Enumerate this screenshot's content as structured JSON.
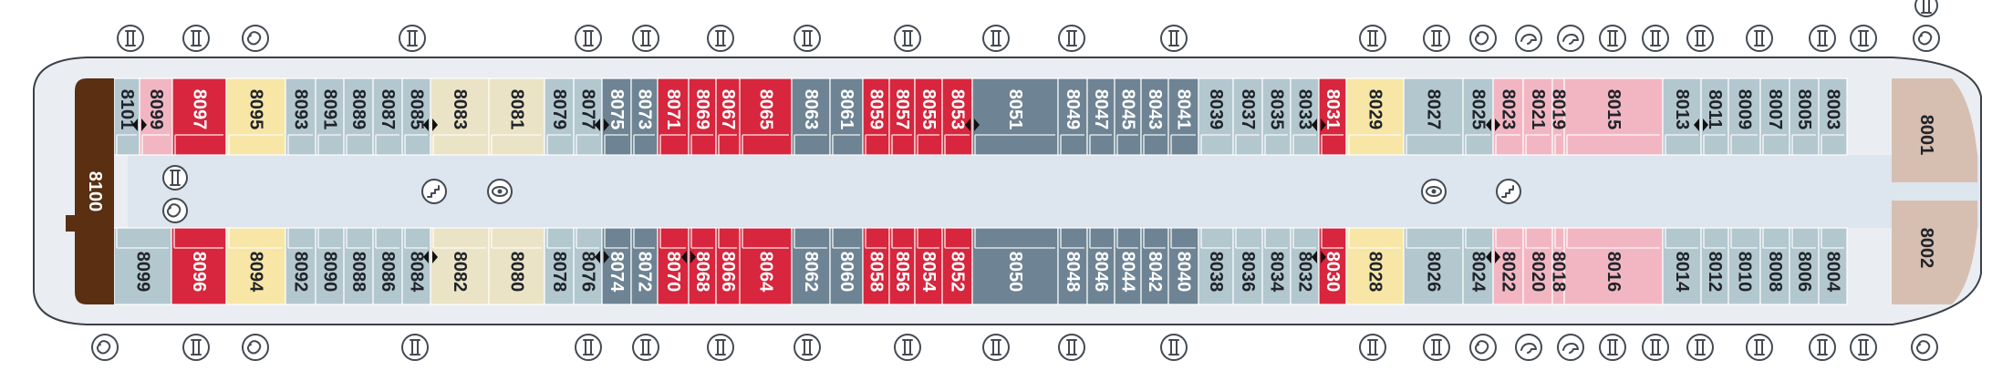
{
  "colors": {
    "hull_fill": "#eaeef3",
    "hull_stroke": "#3b4048",
    "corridor": "#dde5ee",
    "red": "#d7263d",
    "pink": "#f2b6c2",
    "yellow": "#f8e6a7",
    "cream": "#ebe3c5",
    "slate": "#6e8494",
    "lightslate": "#b3c7cf",
    "brown": "#5a2f12",
    "tan": "#d6bfb1"
  },
  "stern_cabin": {
    "number": "8100",
    "color": "brown"
  },
  "bow_cabins": [
    {
      "number": "8001",
      "color": "tan"
    },
    {
      "number": "8002",
      "color": "tan"
    }
  ],
  "cabins_top": [
    {
      "number": "8101",
      "color": "lightslate"
    },
    {
      "number": "8099",
      "color": "pink"
    },
    {
      "number": "8097",
      "color": "red"
    },
    {
      "number": "8095",
      "color": "yellow"
    },
    {
      "number": "8093",
      "color": "lightslate"
    },
    {
      "number": "8091",
      "color": "lightslate"
    },
    {
      "number": "8089",
      "color": "lightslate"
    },
    {
      "number": "8087",
      "color": "lightslate"
    },
    {
      "number": "8085",
      "color": "lightslate"
    },
    {
      "number": "8083",
      "color": "cream"
    },
    {
      "number": "8081",
      "color": "cream"
    },
    {
      "number": "8079",
      "color": "lightslate"
    },
    {
      "number": "8077",
      "color": "lightslate"
    },
    {
      "number": "8075",
      "color": "slate"
    },
    {
      "number": "8073",
      "color": "slate"
    },
    {
      "number": "8071",
      "color": "red"
    },
    {
      "number": "8069",
      "color": "red"
    },
    {
      "number": "8067",
      "color": "red"
    },
    {
      "number": "8065",
      "color": "red"
    },
    {
      "number": "8063",
      "color": "slate"
    },
    {
      "number": "8061",
      "color": "slate"
    },
    {
      "number": "8059",
      "color": "red"
    },
    {
      "number": "8057",
      "color": "red"
    },
    {
      "number": "8055",
      "color": "red"
    },
    {
      "number": "8053",
      "color": "red"
    },
    {
      "number": "8051",
      "color": "slate"
    },
    {
      "number": "8049",
      "color": "slate"
    },
    {
      "number": "8047",
      "color": "slate"
    },
    {
      "number": "8045",
      "color": "slate"
    },
    {
      "number": "8043",
      "color": "slate"
    },
    {
      "number": "8041",
      "color": "slate"
    },
    {
      "number": "8039",
      "color": "lightslate"
    },
    {
      "number": "8037",
      "color": "lightslate"
    },
    {
      "number": "8035",
      "color": "lightslate"
    },
    {
      "number": "8033",
      "color": "lightslate"
    },
    {
      "number": "8031",
      "color": "red"
    },
    {
      "number": "8029",
      "color": "yellow"
    },
    {
      "number": "8027",
      "color": "lightslate"
    },
    {
      "number": "8025",
      "color": "lightslate"
    },
    {
      "number": "8023",
      "color": "pink"
    },
    {
      "number": "8021",
      "color": "pink"
    },
    {
      "number": "8019",
      "color": "pink"
    },
    {
      "number": "8015",
      "color": "pink"
    },
    {
      "number": "8013",
      "color": "lightslate"
    },
    {
      "number": "8011",
      "color": "lightslate"
    },
    {
      "number": "8009",
      "color": "lightslate"
    },
    {
      "number": "8007",
      "color": "lightslate"
    },
    {
      "number": "8005",
      "color": "lightslate"
    },
    {
      "number": "8003",
      "color": "lightslate"
    }
  ],
  "cabins_bottom": [
    {
      "number": "8099",
      "color": "lightslate"
    },
    {
      "number": "8096",
      "color": "red"
    },
    {
      "number": "8094",
      "color": "yellow"
    },
    {
      "number": "8092",
      "color": "lightslate"
    },
    {
      "number": "8090",
      "color": "lightslate"
    },
    {
      "number": "8088",
      "color": "lightslate"
    },
    {
      "number": "8086",
      "color": "lightslate"
    },
    {
      "number": "8084",
      "color": "lightslate"
    },
    {
      "number": "8082",
      "color": "cream"
    },
    {
      "number": "8080",
      "color": "cream"
    },
    {
      "number": "8078",
      "color": "lightslate"
    },
    {
      "number": "8076",
      "color": "lightslate"
    },
    {
      "number": "8074",
      "color": "slate"
    },
    {
      "number": "8072",
      "color": "slate"
    },
    {
      "number": "8070",
      "color": "red"
    },
    {
      "number": "8068",
      "color": "red"
    },
    {
      "number": "8066",
      "color": "red"
    },
    {
      "number": "8064",
      "color": "red"
    },
    {
      "number": "8062",
      "color": "slate"
    },
    {
      "number": "8060",
      "color": "slate"
    },
    {
      "number": "8058",
      "color": "red"
    },
    {
      "number": "8056",
      "color": "red"
    },
    {
      "number": "8054",
      "color": "red"
    },
    {
      "number": "8052",
      "color": "red"
    },
    {
      "number": "8050",
      "color": "slate"
    },
    {
      "number": "8048",
      "color": "slate"
    },
    {
      "number": "8046",
      "color": "slate"
    },
    {
      "number": "8044",
      "color": "slate"
    },
    {
      "number": "8042",
      "color": "slate"
    },
    {
      "number": "8040",
      "color": "slate"
    },
    {
      "number": "8038",
      "color": "lightslate"
    },
    {
      "number": "8036",
      "color": "lightslate"
    },
    {
      "number": "8034",
      "color": "lightslate"
    },
    {
      "number": "8032",
      "color": "lightslate"
    },
    {
      "number": "8030",
      "color": "red"
    },
    {
      "number": "8028",
      "color": "yellow"
    },
    {
      "number": "8026",
      "color": "lightslate"
    },
    {
      "number": "8024",
      "color": "lightslate"
    },
    {
      "number": "8022",
      "color": "pink"
    },
    {
      "number": "8020",
      "color": "pink"
    },
    {
      "number": "8018",
      "color": "pink"
    },
    {
      "number": "8016",
      "color": "pink"
    },
    {
      "number": "8014",
      "color": "lightslate"
    },
    {
      "number": "8012",
      "color": "lightslate"
    },
    {
      "number": "8010",
      "color": "lightslate"
    },
    {
      "number": "8008",
      "color": "lightslate"
    },
    {
      "number": "8006",
      "color": "lightslate"
    },
    {
      "number": "8004",
      "color": "lightslate"
    }
  ],
  "arrow_markers": [
    {
      "side": "top",
      "after": "8101"
    },
    {
      "side": "top",
      "after": "8085"
    },
    {
      "side": "top",
      "after": "8077"
    },
    {
      "side": "top",
      "after": "8053"
    },
    {
      "side": "top",
      "after": "8033"
    },
    {
      "side": "top",
      "after": "8025"
    },
    {
      "side": "top",
      "after": "8013"
    },
    {
      "side": "bottom",
      "after": "8084"
    },
    {
      "side": "bottom",
      "after": "8076"
    },
    {
      "side": "bottom",
      "after": "8070"
    },
    {
      "side": "bottom",
      "after": "8032"
    },
    {
      "side": "bottom",
      "after": "8024"
    }
  ],
  "icons_top": [
    "column-icon",
    "column-icon",
    "spiral-icon",
    "column-icon",
    "column-icon",
    "column-icon",
    "column-icon",
    "column-icon",
    "column-icon",
    "column-icon",
    "column-icon",
    "column-icon",
    "column-icon",
    "column-icon",
    "spiral-icon",
    "hand-icon",
    "hand-icon",
    "column-icon",
    "column-icon",
    "column-icon",
    "column-icon",
    "column-icon",
    "column-icon"
  ],
  "icons_bottom": [
    "spiral-icon",
    "column-icon",
    "spiral-icon",
    "column-icon",
    "column-icon",
    "column-icon",
    "column-icon",
    "column-icon",
    "column-icon",
    "column-icon",
    "column-icon",
    "column-icon",
    "column-icon",
    "column-icon",
    "spiral-icon",
    "hand-icon",
    "hand-icon",
    "column-icon",
    "column-icon",
    "column-icon",
    "column-icon",
    "column-icon",
    "column-icon",
    "spiral-icon"
  ],
  "icons_far_right": [
    "column-icon",
    "spiral-icon"
  ],
  "corridor_icons": [
    "column-icon",
    "spiral-icon",
    "stairs-icon",
    "eye-icon",
    "eye-icon",
    "stairs-icon"
  ]
}
